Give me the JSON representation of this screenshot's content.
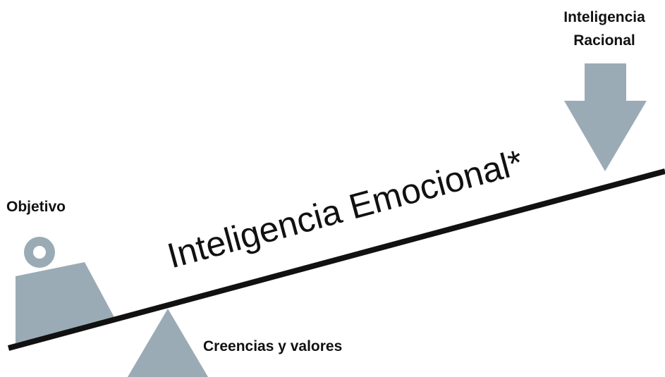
{
  "diagram": {
    "rational_label_line1": "Inteligencia",
    "rational_label_line2": "Racional",
    "objective_label": "Objetivo",
    "beam_label": "Inteligencia Emocional*",
    "fulcrum_label": "Creencias y valores"
  },
  "colors": {
    "shape_fill": "#9AABB5",
    "beam": "#111111",
    "text": "#111111",
    "background": "#ffffff"
  },
  "icons": {
    "weight": "weight-icon",
    "arrow": "down-arrow-icon",
    "fulcrum": "fulcrum-triangle-icon"
  }
}
